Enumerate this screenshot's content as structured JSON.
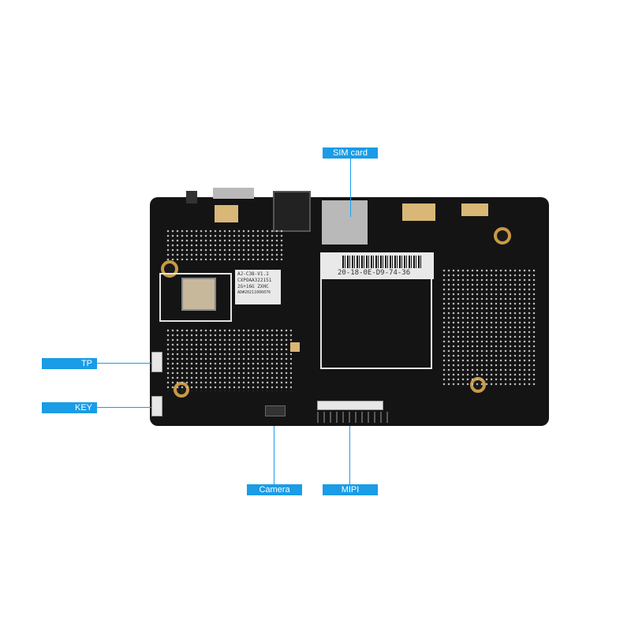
{
  "callouts": {
    "sim_card": "SIM card",
    "tp": "TP",
    "key": "KEY",
    "camera": "Camera",
    "mipi": "MIPI"
  },
  "board": {
    "module_label_lines": [
      "AJ-C38-V1.1",
      "CXPOAA322151",
      "2G+16G ZXHC",
      "AD#20211006076"
    ],
    "mac_sticker": "20-18-0E-D9-74-36"
  },
  "colors": {
    "callout_blue": "#1a9ce6",
    "pcb_black": "#141414",
    "gold_pad": "#d9b777"
  }
}
